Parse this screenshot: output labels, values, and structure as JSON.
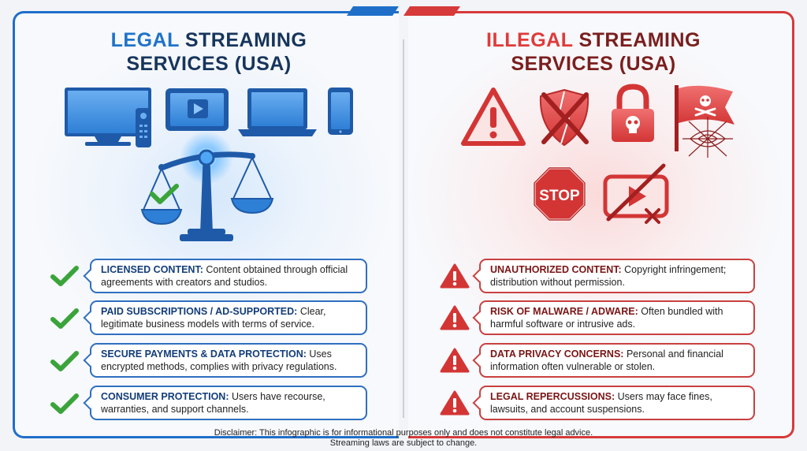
{
  "legal": {
    "title_highlight": "LEGAL",
    "title_rest": "STREAMING",
    "title_line2": "SERVICES (USA)",
    "items": [
      {
        "heading": "LICENSED CONTENT:",
        "text": "Content obtained through official agreements with creators and studios."
      },
      {
        "heading": "PAID SUBSCRIPTIONS / AD-SUPPORTED:",
        "text": "Clear, legitimate business models with terms of service."
      },
      {
        "heading": "SECURE PAYMENTS & DATA PROTECTION:",
        "text": "Uses encrypted methods, complies with privacy regulations."
      },
      {
        "heading": "CONSUMER PROTECTION:",
        "text": "Users have recourse, warranties, and support channels."
      }
    ]
  },
  "illegal": {
    "title_highlight": "ILLEGAL",
    "title_rest": "STREAMING",
    "title_line2": "SERVICES (USA)",
    "stop_sign": "STOP",
    "items": [
      {
        "heading": "UNAUTHORIZED CONTENT:",
        "text": "Copyright infringement; distribution without permission."
      },
      {
        "heading": "RISK OF MALWARE / ADWARE:",
        "text": "Often bundled with harmful software or intrusive ads."
      },
      {
        "heading": "DATA PRIVACY CONCERNS:",
        "text": "Personal and financial information often vulnerable or stolen."
      },
      {
        "heading": "LEGAL REPERCUSSIONS:",
        "text": "Users may face fines, lawsuits, and account suspensions."
      }
    ]
  },
  "disclaimer": "Disclaimer: This infographic is for informational purposes only and does not constitute legal advice. Streaming laws are subject to change.",
  "colors": {
    "legal_blue": "#1f6fc9",
    "illegal_red": "#d63a3a",
    "check_green": "#3aa43a"
  }
}
